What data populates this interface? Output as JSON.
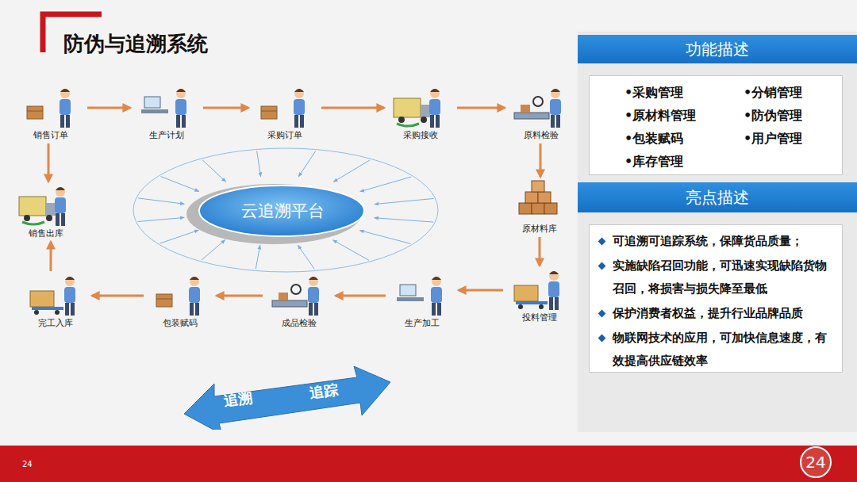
{
  "diagram": {
    "title": "防伪与追溯系统",
    "nodes": [
      {
        "text": [
          "销售订单"
        ]
      },
      {
        "text": [
          "生产计划"
        ]
      },
      {
        "text": [
          "采购订单"
        ]
      },
      {
        "text": [
          "采购接收"
        ]
      },
      {
        "text": [
          "原料检验"
        ]
      },
      {
        "text": [
          "销售出库"
        ]
      },
      {
        "text": [
          "云追溯平台"
        ]
      },
      {
        "text": [
          "原材料库"
        ]
      },
      {
        "text": [
          "完工入库"
        ]
      },
      {
        "text": [
          "包装赋码"
        ]
      },
      {
        "text": [
          "成品检验"
        ]
      },
      {
        "text": [
          "生产加工"
        ]
      },
      {
        "text": [
          "投料管理"
        ]
      },
      {
        "text": [
          "追溯",
          "追踪"
        ]
      },
      {
        "text": [
          "功能描述"
        ]
      },
      {
        "text": [
          "•采购管理",
          "•原材料管理",
          "•包装赋码",
          "•库存管理",
          "•分销管理",
          "•防伪管理",
          "•用户管理"
        ]
      },
      {
        "text": [
          "亮点描述"
        ]
      },
      {
        "text": [
          "可追溯可追踪系统，保障货品质量；",
          "实施缺陷召回功能，可迅速实现缺陷货物召回，将损害与损失降至最低",
          "保护消费者权益，提升行业品牌品质",
          "物联网技术的应用，可加快信息速度，有效提高供应链效率"
        ]
      },
      {
        "text": [
          "24"
        ]
      }
    ],
    "edges": [
      {
        "from": 0,
        "to": 1,
        "arrow": "to"
      },
      {
        "from": 1,
        "to": 2,
        "arrow": "to"
      },
      {
        "from": 2,
        "to": 3,
        "arrow": "to"
      },
      {
        "from": 3,
        "to": 4,
        "arrow": "to"
      },
      {
        "from": 4,
        "to": 7,
        "arrow": "to"
      },
      {
        "from": 7,
        "to": 12,
        "arrow": "to"
      },
      {
        "from": 12,
        "to": 11,
        "arrow": "to"
      },
      {
        "from": 11,
        "to": 10,
        "arrow": "to"
      },
      {
        "from": 10,
        "to": 9,
        "arrow": "to"
      },
      {
        "from": 9,
        "to": 8,
        "arrow": "to"
      },
      {
        "from": 8,
        "to": 5,
        "arrow": "to"
      },
      {
        "from": 0,
        "to": 5,
        "arrow": "to"
      }
    ],
    "labels": [
      "24"
    ]
  }
}
